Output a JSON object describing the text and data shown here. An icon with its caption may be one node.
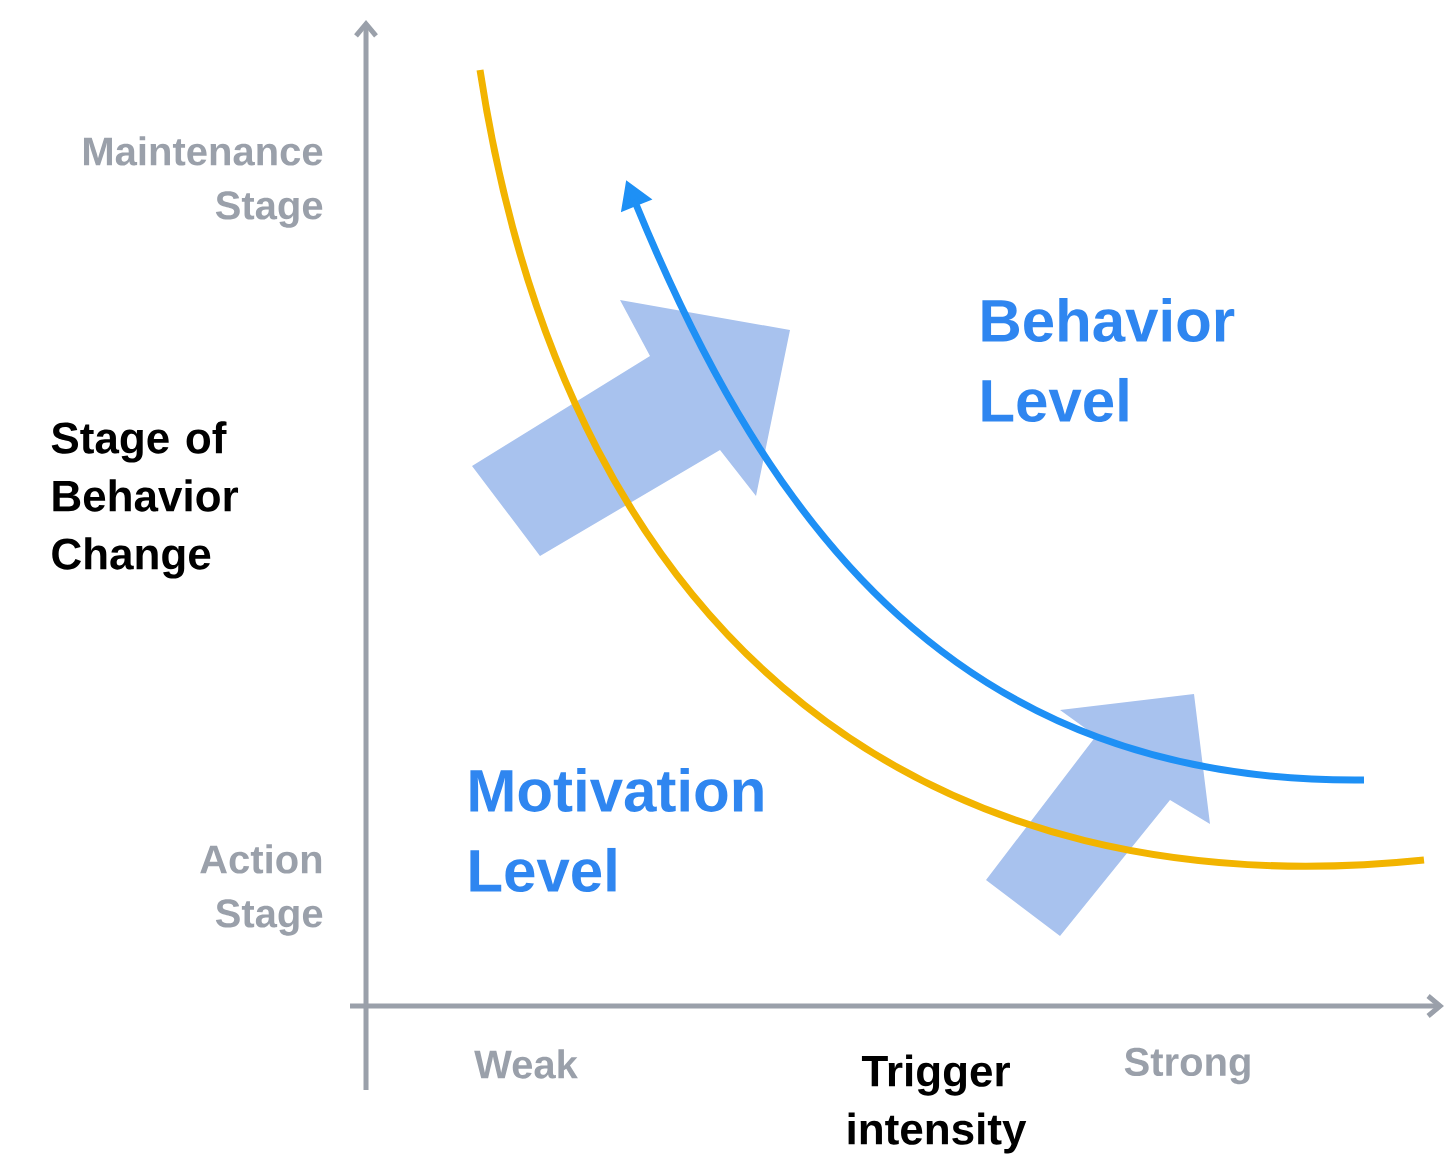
{
  "diagram": {
    "labels": [
      "Maintenance Stage",
      "Behavior Level",
      "Stage of Behavior Change",
      "Motivation Level",
      "Action Stage",
      "Weak",
      "Trigger intensity",
      "Strong"
    ]
  }
}
